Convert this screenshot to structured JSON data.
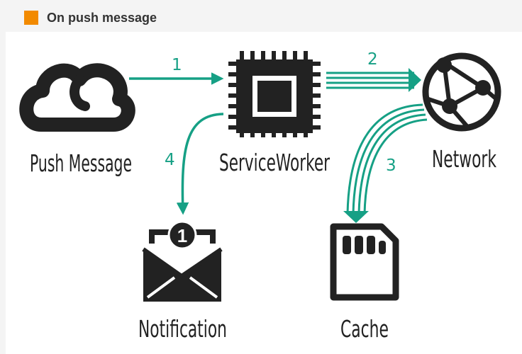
{
  "header": {
    "title": "On push message",
    "accent_color": "#f28a00"
  },
  "diagram": {
    "line_color": "#16a085",
    "icon_color": "#222222",
    "nodes": {
      "push_message": {
        "label": "Push Message",
        "icon": "cloud-icon"
      },
      "service_worker": {
        "label": "ServiceWorker",
        "icon": "chip-icon"
      },
      "network": {
        "label": "Network",
        "icon": "globe-network-icon"
      },
      "notification": {
        "label": "Notification",
        "icon": "envelope-icon",
        "badge": "1"
      },
      "cache": {
        "label": "Cache",
        "icon": "sd-card-icon"
      }
    },
    "steps": {
      "s1": "1",
      "s2": "2",
      "s3": "3",
      "s4": "4"
    }
  }
}
